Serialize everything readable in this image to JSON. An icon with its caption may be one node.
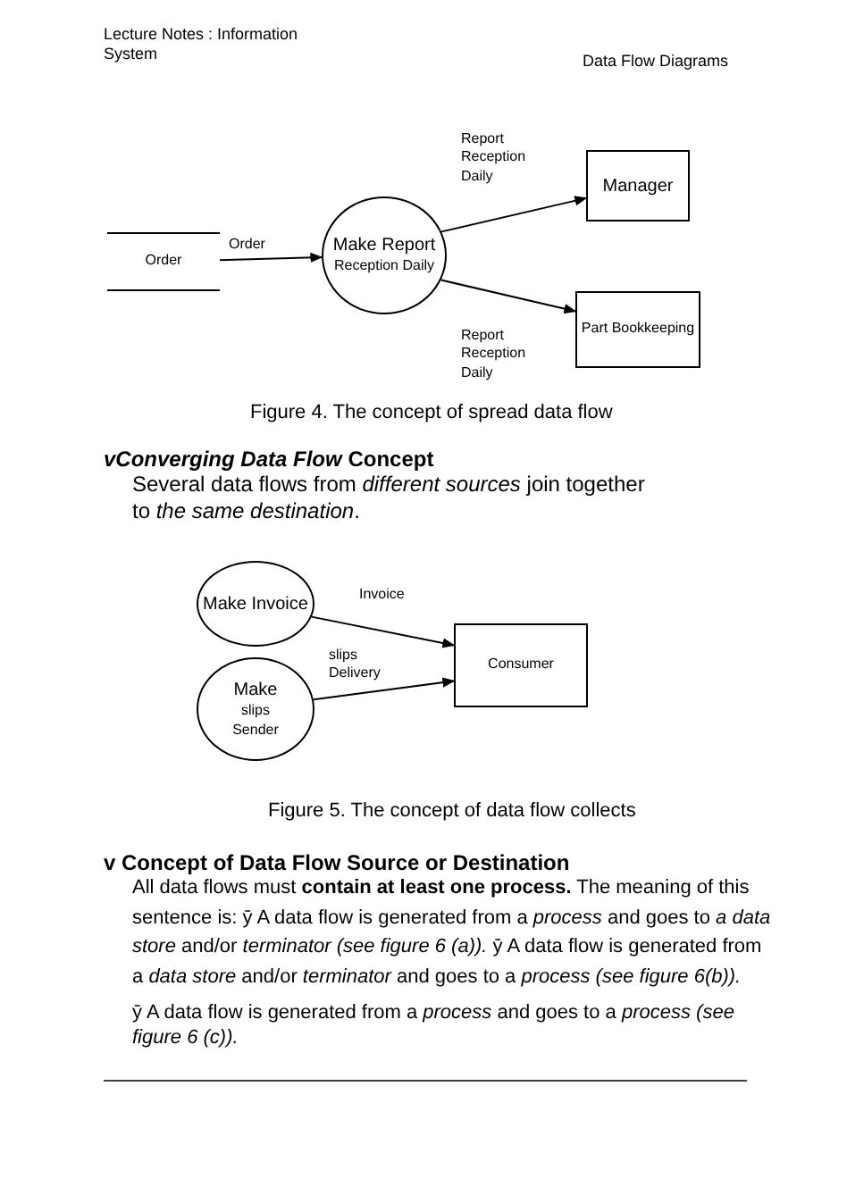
{
  "diagram": {
    "nodes": [
      {
        "text": [
          "Order"
        ]
      },
      {
        "text": [
          "Make Report",
          "Reception Daily"
        ]
      },
      {
        "text": [
          "Manager"
        ]
      },
      {
        "text": [
          "Part Bookkeeping"
        ]
      },
      {
        "text": [
          "Make Invoice"
        ]
      },
      {
        "text": [
          "Make",
          "slips",
          "Sender"
        ]
      },
      {
        "text": [
          "Consumer"
        ]
      }
    ],
    "edges": [
      {
        "from": 0,
        "to": 1,
        "arrow": "to",
        "label": "Order"
      },
      {
        "from": 1,
        "to": 2,
        "arrow": "to",
        "label": "Report Reception Daily"
      },
      {
        "from": 1,
        "to": 3,
        "arrow": "to",
        "label": "Report Reception Daily"
      },
      {
        "from": 4,
        "to": 6,
        "arrow": "to",
        "label": "Invoice"
      },
      {
        "from": 5,
        "to": 6,
        "arrow": "to",
        "label": "slips Delivery"
      }
    ],
    "labels": [
      "Lecture Notes : Information System",
      "Data Flow Diagrams",
      "Figure 4. The concept of spread data flow",
      "*vConverging Data Flow* Concept",
      "Several data flows from *different sources* join together to *the same destination*.",
      "Figure 5. The concept of data flow collects",
      "v Concept of Data Flow Source or Destination",
      "All data flows must **contain at least one process.** The meaning of this sentence is: ȳ A data flow is generated from a *process* and goes to *a data store* and/or *terminator (see figure 6 (a)).* ȳ A data flow is generated from a *data store* and/or *terminator* and goes to a *process (see figure 6(b)).*",
      "ȳ A data flow is generated from a *process* and goes to a *process (see figure 6 (c)).*"
    ]
  }
}
